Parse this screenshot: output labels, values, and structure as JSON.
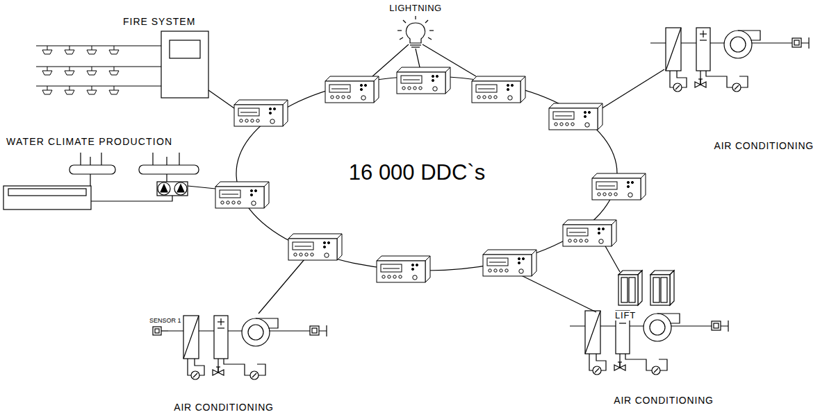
{
  "diagram": {
    "labels": [
      "FIRE SYSTEM",
      "LIGHTNING",
      "WATER CLIMATE PRODUCTION",
      "AIR CONDITIONING",
      "16 000 DDC`s",
      "LIFT",
      "SENSOR 1",
      "AIR CONDITIONING",
      "AIR CONDITIONING"
    ]
  }
}
